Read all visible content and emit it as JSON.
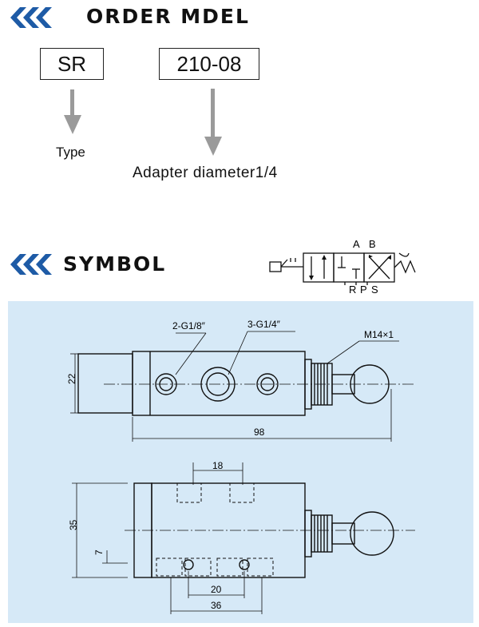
{
  "order": {
    "title": "ORDER MDEL",
    "code_series": "SR",
    "code_model": "210-08",
    "label_series": "Type",
    "label_model": "Adapter diameter1/4"
  },
  "symbol": {
    "title": "SYMBOL",
    "port_a": "A",
    "port_b": "B",
    "port_rps": "RPS",
    "port_r": "R",
    "port_p": "P",
    "port_s": "S",
    "exhaust_mark": "T"
  },
  "drawing": {
    "top_view": {
      "port_small": "2-G1/8″",
      "port_large": "3-G1/4″",
      "thread": "M14×1",
      "dim_height": "22",
      "dim_length": "98"
    },
    "side_view": {
      "dim_top": "18",
      "dim_height": "35",
      "dim_small": "7",
      "dim_mid": "20",
      "dim_bottom": "36"
    }
  },
  "colors": {
    "accent_chevron": "#1e5ba6",
    "panel_background": "#d6e9f7",
    "arrow_gray": "#9a9a9a"
  }
}
